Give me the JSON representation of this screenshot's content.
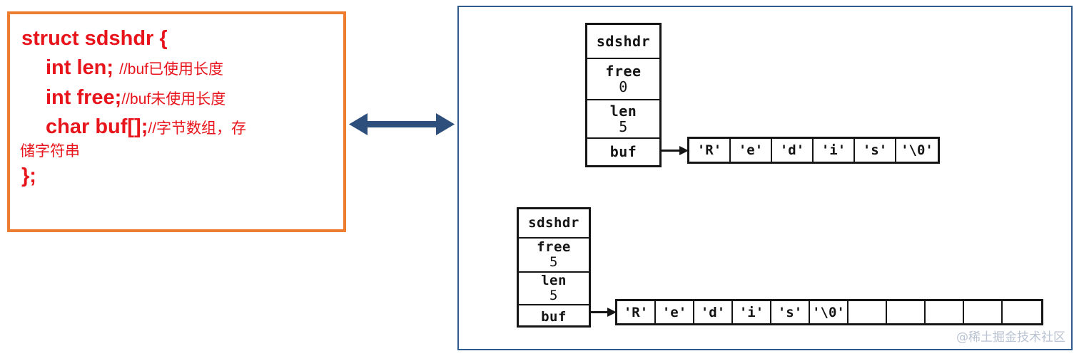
{
  "code_panel": {
    "border_color": "#ED7D31",
    "text_color": "#E8141B",
    "lines": [
      {
        "code": "struct sdshdr {",
        "comment": "",
        "indent": false
      },
      {
        "code": "int len; ",
        "comment": "//buf已使用长度",
        "indent": true
      },
      {
        "code": "int free;",
        "comment": "//buf未使用长度",
        "indent": true
      },
      {
        "code": "char buf[];",
        "comment": "//字节数组，存",
        "indent": true,
        "comment_tail": "储字符串"
      },
      {
        "code": "};",
        "comment": "",
        "indent": false
      }
    ]
  },
  "connector": {
    "icon": "double-headed-arrow-icon",
    "color": "#2E4F7C",
    "direction": "left-right"
  },
  "diagram_panel": {
    "border_color": "#2E5B8C",
    "watermark": "@稀土掘金技术社区",
    "structs": [
      {
        "title": "sdshdr",
        "fields": [
          {
            "name": "free",
            "value": "0"
          },
          {
            "name": "len",
            "value": "5"
          },
          {
            "name": "buf",
            "value": ""
          }
        ],
        "buffer": {
          "cells": [
            "'R'",
            "'e'",
            "'d'",
            "'i'",
            "'s'",
            "'\\0'"
          ],
          "empty_cells": 0
        }
      },
      {
        "title": "sdshdr",
        "fields": [
          {
            "name": "free",
            "value": "5"
          },
          {
            "name": "len",
            "value": "5"
          },
          {
            "name": "buf",
            "value": ""
          }
        ],
        "buffer": {
          "cells": [
            "'R'",
            "'e'",
            "'d'",
            "'i'",
            "'s'",
            "'\\0'"
          ],
          "empty_cells": 5
        }
      }
    ]
  }
}
